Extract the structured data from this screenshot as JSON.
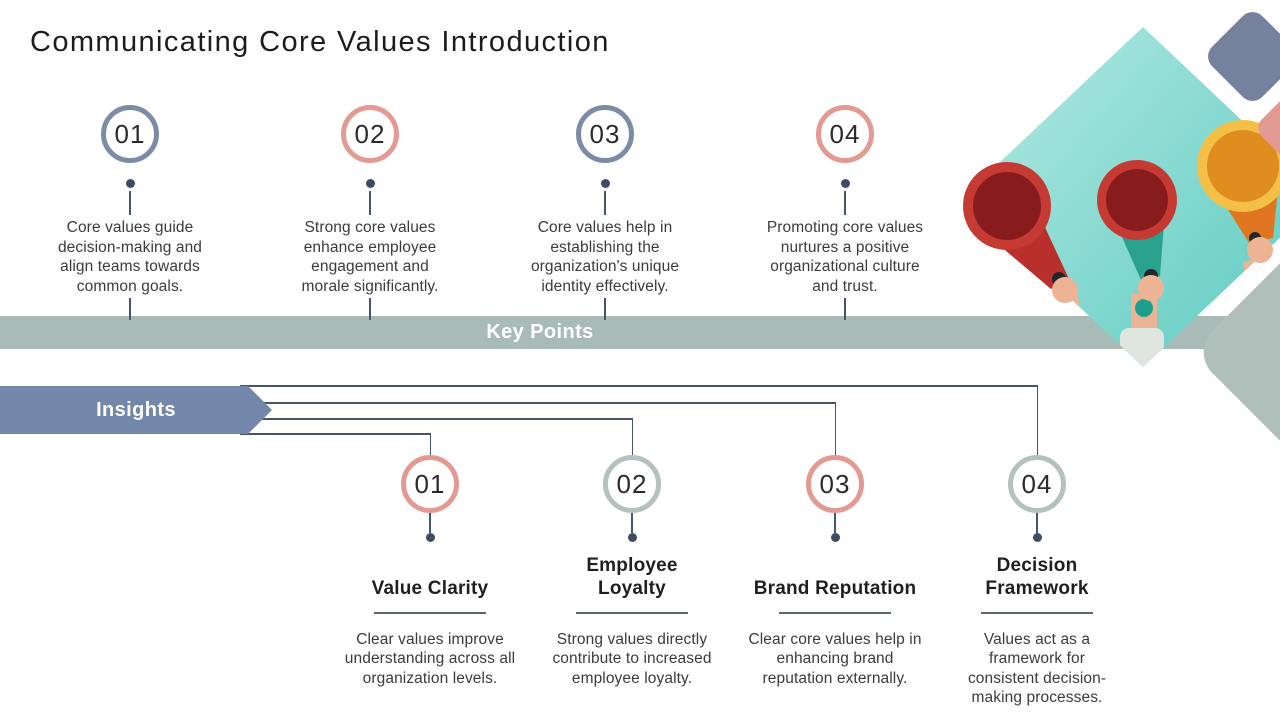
{
  "title": "Communicating Core Values Introduction",
  "colors": {
    "slate_ring": "#7d8ca6",
    "salmon_ring": "#e29a92",
    "sage_ring": "#b3c2bf",
    "key_points_bar": "#a9bbb6",
    "insights_banner": "#7287a9",
    "connector_line": "#465569",
    "photo_sky_teal": "#56c8be"
  },
  "key_points": {
    "label": "Key Points",
    "items": [
      {
        "number": "01",
        "ring": "slate",
        "text": "Core values guide decision-making and align teams towards common goals."
      },
      {
        "number": "02",
        "ring": "salmon",
        "text": "Strong core values enhance employee engagement and morale significantly."
      },
      {
        "number": "03",
        "ring": "slate",
        "text": "Core values help in establishing the organization's unique identity effectively."
      },
      {
        "number": "04",
        "ring": "salmon",
        "text": "Promoting core values nurtures a positive organizational culture and trust."
      }
    ]
  },
  "insights": {
    "label": "Insights",
    "items": [
      {
        "number": "01",
        "ring": "salmon",
        "title_line1": "Value Clarity",
        "title_line2": "",
        "text": "Clear values improve understanding across all organization levels."
      },
      {
        "number": "02",
        "ring": "sage",
        "title_line1": "Employee",
        "title_line2": "Loyalty",
        "text": "Strong values directly contribute to increased employee loyalty."
      },
      {
        "number": "03",
        "ring": "salmon",
        "title_line1": "Brand Reputation",
        "title_line2": "",
        "text": "Clear core values help in enhancing brand reputation externally."
      },
      {
        "number": "04",
        "ring": "sage",
        "title_line1": "Decision",
        "title_line2": "Framework",
        "text": "Values act as a framework for consistent decision-making processes."
      }
    ]
  }
}
